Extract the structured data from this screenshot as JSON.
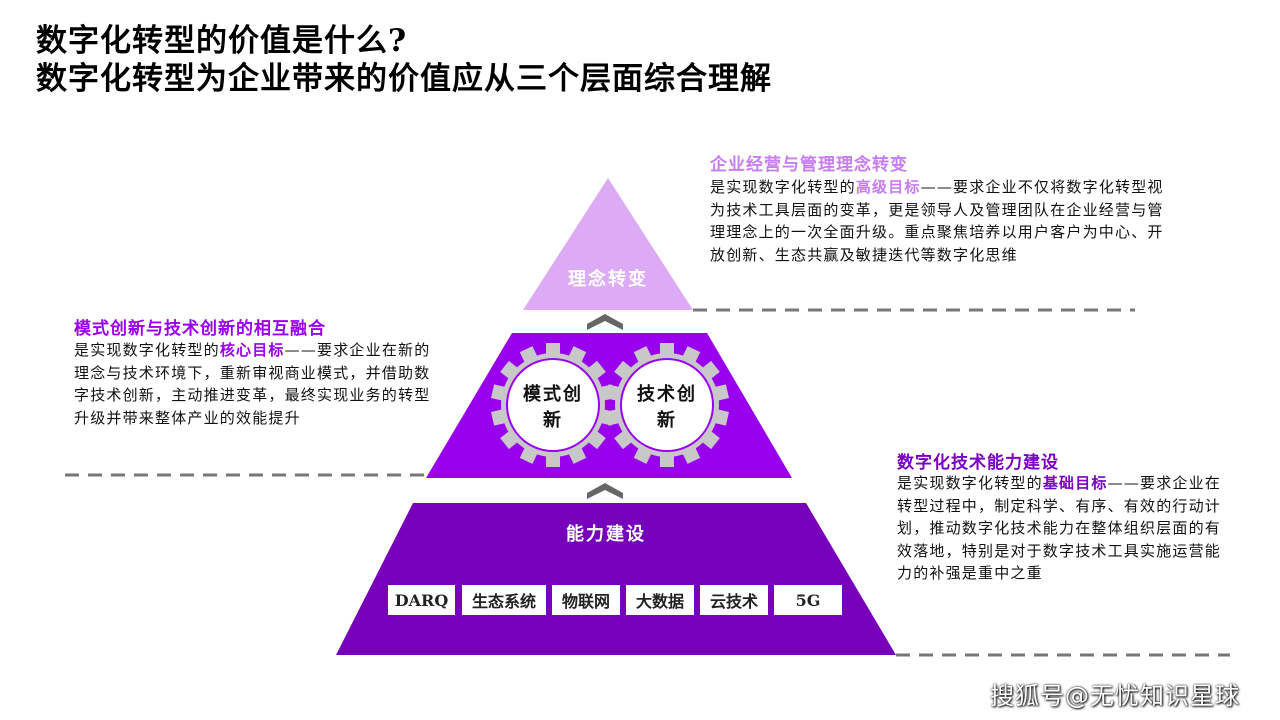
{
  "header": {
    "title_line1": "数字化转型的价值是什么?",
    "title_line2": "数字化转型为企业带来的价值应从三个层面综合理解"
  },
  "levels": {
    "top": {
      "label": "理念转变",
      "heading": "企业经营与管理理念转变",
      "text_prefix": "是实现数字化转型的",
      "highlight": "高级目标",
      "text_rest": "——要求企业不仅将数字化转型视为技术工具层面的变革，更是领导人及管理团队在企业经营与管理理念上的一次全面升级。重点聚焦培养以用户客户为中心、开放创新、生态共赢及敏捷迭代等数字化思维",
      "color": "#DDAAF5",
      "heading_color": "#C77DF0"
    },
    "middle": {
      "gear_left": "模式创新",
      "gear_right": "技术创新",
      "heading": "模式创新与技术创新的相互融合",
      "text_prefix": "是实现数字化转型的",
      "highlight": "核心目标",
      "text_rest": "——要求企业在新的理念与技术环境下，重新审视商业模式，并借助数字技术创新，主动推进变革，最终实现业务的转型升级并带来整体产业的效能提升",
      "color": "#9900EE",
      "heading_color": "#9900EE"
    },
    "bottom": {
      "label": "能力建设",
      "heading": "数字化技术能力建设",
      "text_prefix": "是实现数字化转型的",
      "highlight": "基础目标",
      "text_rest": "——要求企业在转型过程中，制定科学、有序、有效的行动计划，推动数字化技术能力在整体组织层面的有效落地，特别是对于数字技术工具实施运营能力的补强是重中之重",
      "tags": [
        "DARQ",
        "生态系统",
        "物联网",
        "大数据",
        "云技术",
        "5G"
      ],
      "color": "#7700BB",
      "heading_color": "#7A00C2"
    }
  },
  "watermark": "搜狐号@无忧知识星球"
}
